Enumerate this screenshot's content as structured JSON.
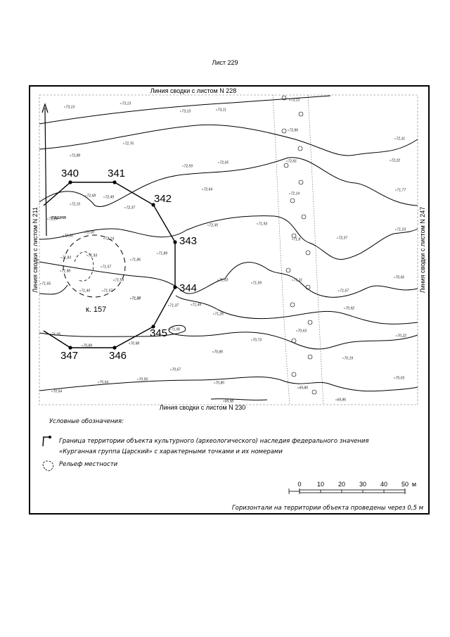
{
  "sheet_title": "Лист 229",
  "join_lines": {
    "top": "Линия сводки с листом N 228",
    "bottom": "Линия сводки с листом N 230",
    "left": "Линия сводки с листом N 211",
    "right": "Линия сводки с листом N 247"
  },
  "feature_labels": {
    "arable": "пашня",
    "kurgan": "к. 157"
  },
  "boundary_points": [
    {
      "num": "340"
    },
    {
      "num": "341"
    },
    {
      "num": "342"
    },
    {
      "num": "343"
    },
    {
      "num": "344"
    },
    {
      "num": "345"
    },
    {
      "num": "346"
    },
    {
      "num": "347"
    }
  ],
  "elevations": [
    "73,13",
    "73,13",
    "73,13",
    "73,11",
    "73,13",
    "72,76",
    "72,88",
    "72,59",
    "72,65",
    "72,86",
    "72,31",
    "72,22",
    "72,81",
    "72,68",
    "72,49",
    "72,15",
    "72,37",
    "72,64",
    "72,14",
    "71,77",
    "72,24",
    "72,00",
    "72,00",
    "72,14",
    "71,93",
    "71,89",
    "72,30",
    "71,93",
    "71,8",
    "72,37",
    "71,23",
    "71,83",
    "71,98",
    "71,57",
    "71,86",
    "71,57",
    "71,65",
    "71,49",
    "71,59",
    "71,57",
    "71,03",
    "71,59",
    "71,31",
    "71,67",
    "70,66",
    "71,30",
    "71,37",
    "71,49",
    "71,26",
    "70,92",
    "71,05",
    "71,06",
    "70,98",
    "70,89",
    "70,73",
    "70,63",
    "70,22",
    "70,85",
    "70,19",
    "70,67",
    "70,64",
    "70,59",
    "70,80",
    "69,80",
    "70,54",
    "70,03",
    "69,98",
    "69,86"
  ],
  "legend": {
    "title": "Условные обозначения:",
    "boundary_line1": "Граница территории объекта культурного (археологического) наследия федерального значения",
    "boundary_line2": "«Курганная группа Царский» с характерными точками и их номерами",
    "relief": "Рельеф местности"
  },
  "scale": {
    "ticks": [
      "0",
      "10",
      "20",
      "30",
      "40",
      "50"
    ],
    "unit": "м"
  },
  "contour_note": "Горизонтали на территории объекта проведены через 0,5 м"
}
